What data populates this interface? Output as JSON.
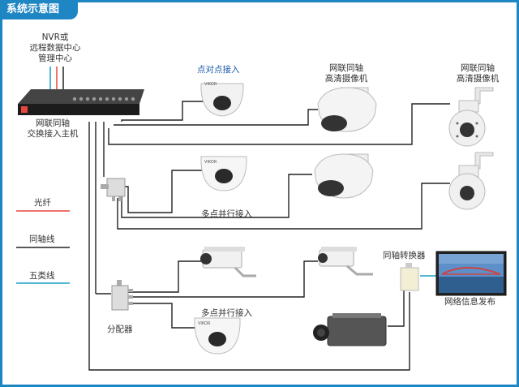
{
  "header": {
    "title": "系统示意图"
  },
  "nvr": {
    "line1": "NVR或",
    "line2": "远程数据中心",
    "line3": "管理中心"
  },
  "host": {
    "line1": "网联同轴",
    "line2": "交换接入主机"
  },
  "labels": {
    "p2p": "点对点接入",
    "hd_cam_1": "网联同轴",
    "hd_cam_1b": "高清摄像机",
    "hd_cam_2": "网联同轴",
    "hd_cam_2b": "高清摄像机",
    "multi_1": "多点并行接入",
    "multi_2": "多点并行接入",
    "splitter": "分配器",
    "converter": "同轴转换器",
    "display": "网络信息发布"
  },
  "legend": [
    {
      "label": "光纤",
      "color": "#e8463c"
    },
    {
      "label": "同轴线",
      "color": "#222222"
    },
    {
      "label": "五类线",
      "color": "#19a0c8"
    }
  ],
  "brand": "VIKOR"
}
